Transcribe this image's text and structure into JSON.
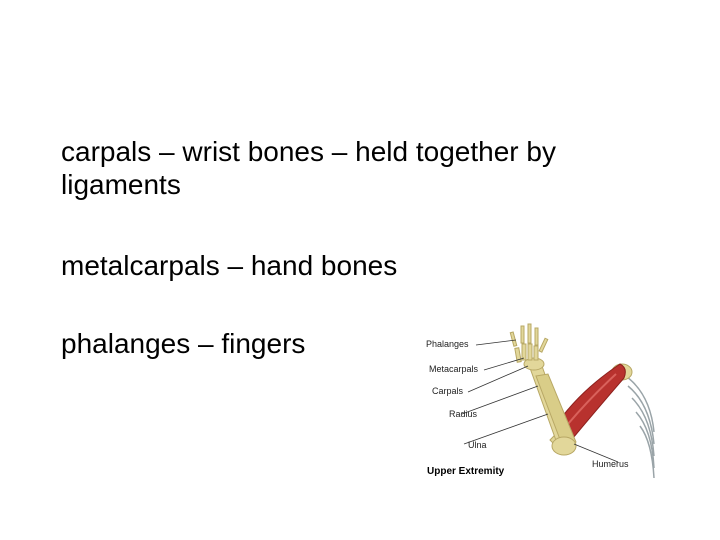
{
  "slide": {
    "bullets": [
      {
        "line1": "carpals – wrist bones – held together by",
        "line2": "ligaments"
      },
      {
        "line1": "metalcarpals – hand bones"
      },
      {
        "line1": "phalanges – fingers"
      }
    ]
  },
  "figure": {
    "labels": {
      "phalanges": "Phalanges",
      "metacarpals": "Metacarpals",
      "carpals": "Carpals",
      "radius": "Radius",
      "ulna": "Ulna",
      "humerus": "Humerus"
    },
    "caption": "Upper Extremity",
    "colors": {
      "bone": "#e2d79a",
      "bone_outline": "#b8a865",
      "muscle": "#b8322e",
      "leader_line": "#333333"
    }
  }
}
